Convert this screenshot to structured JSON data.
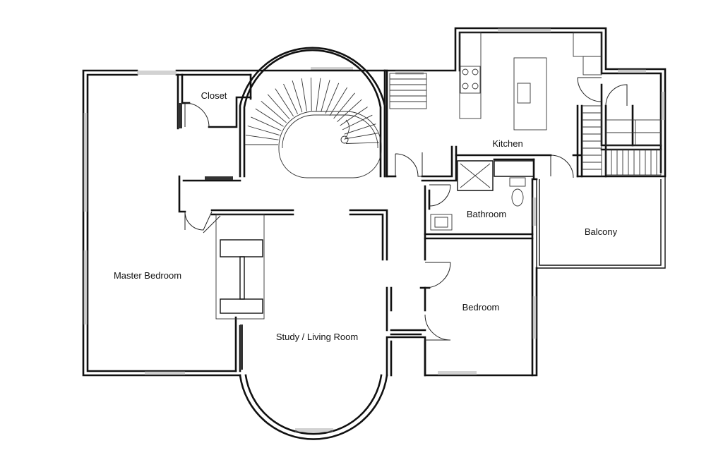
{
  "plan": {
    "rooms": [
      {
        "id": "closet",
        "label": "Closet"
      },
      {
        "id": "kitchen",
        "label": "Kitchen"
      },
      {
        "id": "bathroom",
        "label": "Bathroom"
      },
      {
        "id": "balcony",
        "label": "Balcony"
      },
      {
        "id": "master-bedroom",
        "label": "Master Bedroom"
      },
      {
        "id": "bedroom",
        "label": "Bedroom"
      },
      {
        "id": "study-living-room",
        "label": "Study / Living Room"
      }
    ]
  }
}
